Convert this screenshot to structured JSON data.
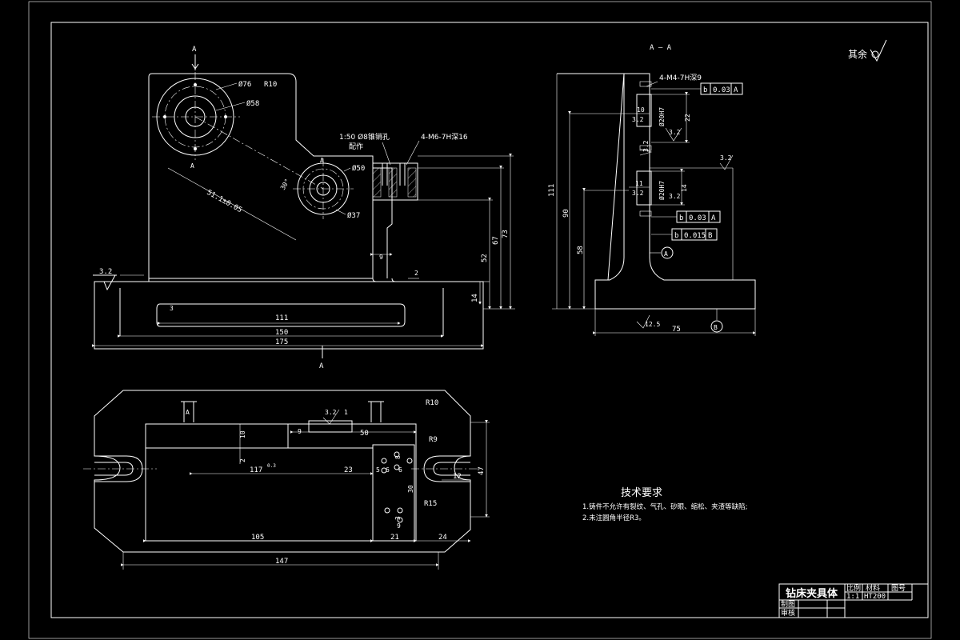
{
  "section_label": "A — A",
  "arrow_label_top": "A",
  "arrow_label_bottom": "A",
  "roughness_note": "其余",
  "front_view": {
    "r10": "R10",
    "d76": "Ø76",
    "d58": "Ø58",
    "d50": "Ø50",
    "d37": "Ø37",
    "angle": "30°",
    "dist": "51.1±0.05",
    "note_taper": "1:50 Ø8锥销孔",
    "note_taper2": "配作",
    "note_thread": "4-M6-7H深16",
    "rough": "3.2",
    "d9": "9",
    "d2": "2",
    "d3": "3",
    "d14": "14",
    "d52": "52",
    "d67": "67",
    "d73": "73",
    "d111": "111",
    "d150": "150",
    "d175": "175"
  },
  "section_view": {
    "thread": "4-M4-7H深9",
    "tol1_b": "b",
    "tol1_v": "0.03",
    "tol1_ref": "A",
    "tol2_b": "b",
    "tol2_v": "0.03",
    "tol2_ref": "A",
    "tol3_b": "b",
    "tol3_v": "0.015",
    "tol3_ref": "B",
    "d10": "10",
    "d11": "11",
    "r32a": "3.2",
    "r32b": "3.2",
    "r32c": "3.2",
    "r32d": "3.2",
    "r32e": "3.2",
    "d22": "22",
    "d14": "14",
    "d111": "111",
    "d90": "90",
    "d58": "58",
    "d75": "75",
    "r125": "12.5",
    "datum_a": "A",
    "datum_b": "B",
    "fit1": "Ø20H7",
    "fit2": "Ø20H7"
  },
  "top_view": {
    "r10": "R10",
    "r9": "R9",
    "r15": "R15",
    "d10": "10",
    "d2": "2",
    "d9": "9",
    "d50": "50",
    "d117": "117",
    "d117_tol": "0.3",
    "d23": "23",
    "d5": "5",
    "d6a": "6",
    "d6b": "6",
    "d8": "8",
    "d30": "30",
    "d3": "3",
    "d9b": "9",
    "d12": "12",
    "d47": "47",
    "d105": "105",
    "d21": "21",
    "d24": "24",
    "d147": "147",
    "rough": "3.2",
    "rough_v": "1",
    "sec_a": "A"
  },
  "tech": {
    "title": "技术要求",
    "line1": "1.铸件不允许有裂纹、气孔、砂眼、缩松、夹渣等缺陷;",
    "line2": "2.未注圆角半径R3。"
  },
  "title_block": {
    "name": "钻床夹具体",
    "scale_h": "比例",
    "material_h": "材料",
    "drawing_h": "图号",
    "scale": "1:1",
    "material": "HT200",
    "drawn": "制图",
    "checked": "审核"
  }
}
